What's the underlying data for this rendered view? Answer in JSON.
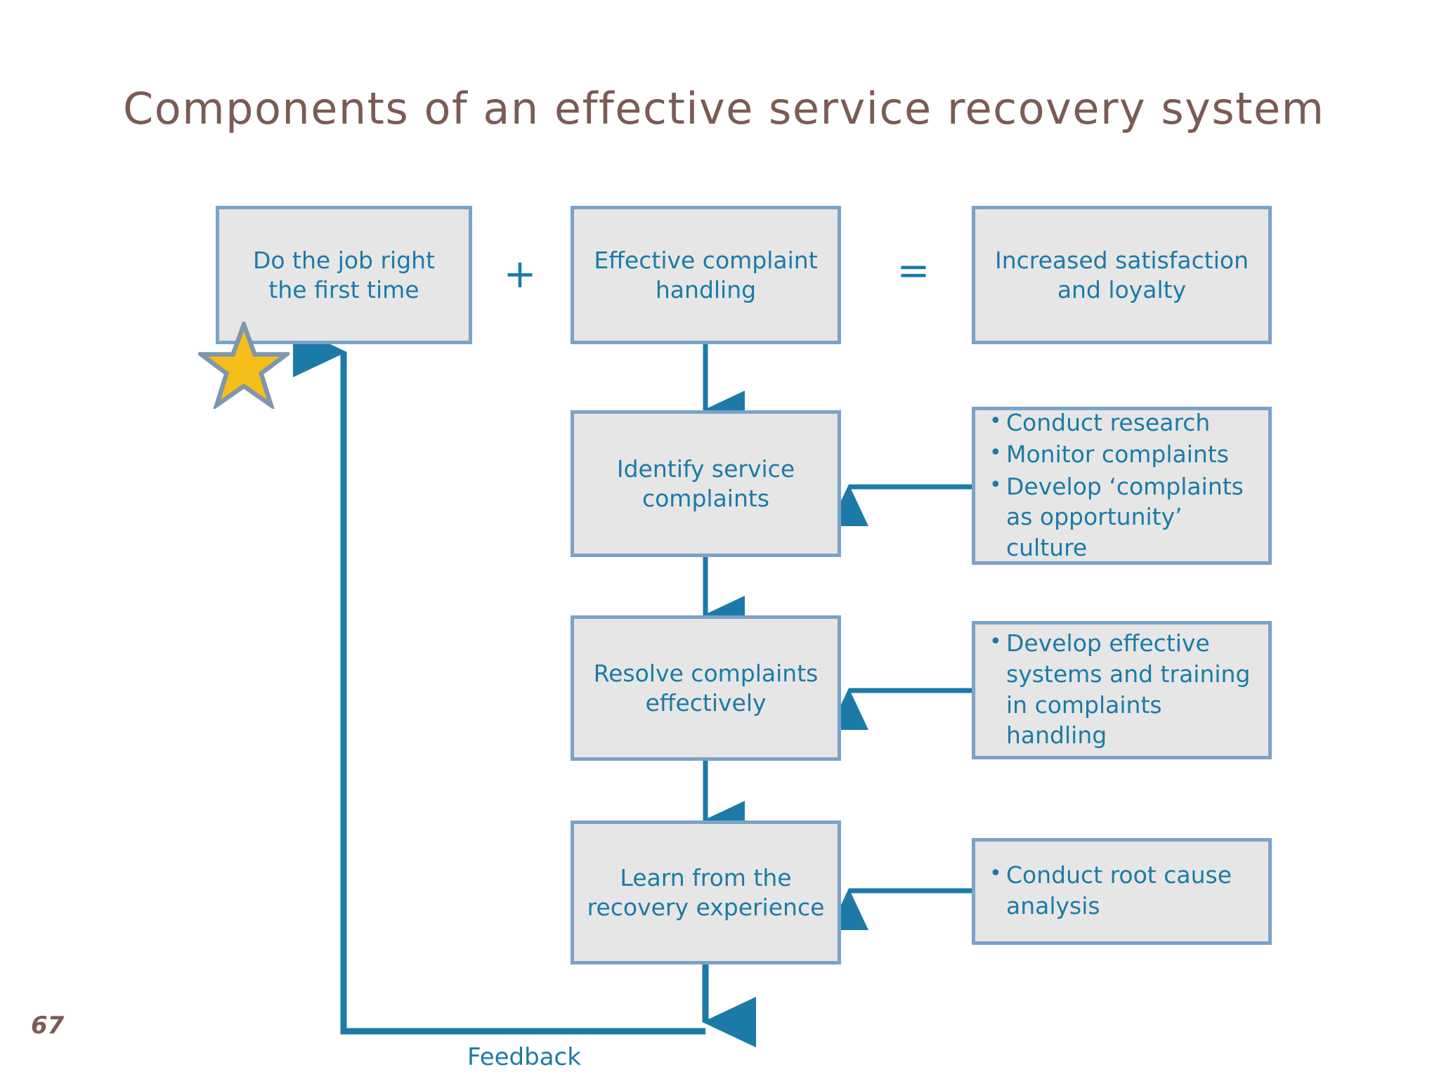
{
  "slide": {
    "title": "Components of an effective service recovery system",
    "page_number": "67",
    "feedback_label": "Feedback"
  },
  "colors": {
    "title_text": "#7A5C54",
    "box_fill": "#E6E6E6",
    "box_border": "#7BA2C8",
    "box_text": "#1B7AA8",
    "connector": "#1B7AA8",
    "star_fill": "#F5BE18",
    "star_stroke": "#7E97AD",
    "background": "#FFFFFF"
  },
  "operators": {
    "plus": "+",
    "equals": "="
  },
  "equation_row": {
    "left_box": {
      "line1": "Do the job right",
      "line2": "the first time"
    },
    "middle_box": {
      "line1": "Effective complaint",
      "line2": "handling"
    },
    "right_box": {
      "line1": "Increased satisfaction",
      "line2": "and loyalty"
    }
  },
  "process_steps": [
    {
      "id": "identify",
      "line1": "Identify service",
      "line2": "complaints"
    },
    {
      "id": "resolve",
      "line1": "Resolve complaints",
      "line2": "effectively"
    },
    {
      "id": "learn",
      "line1": "Learn from the",
      "line2": "recovery experience"
    }
  ],
  "annotations": [
    {
      "id": "identify-notes",
      "bullets": [
        "Conduct research",
        "Monitor complaints",
        "Develop ‘complaints as opportunity’ culture"
      ]
    },
    {
      "id": "resolve-notes",
      "bullets": [
        "Develop effective systems and training in complaints handling"
      ]
    },
    {
      "id": "learn-notes",
      "bullets": [
        "Conduct root cause analysis"
      ]
    }
  ],
  "icons": {
    "star": "star-icon"
  }
}
